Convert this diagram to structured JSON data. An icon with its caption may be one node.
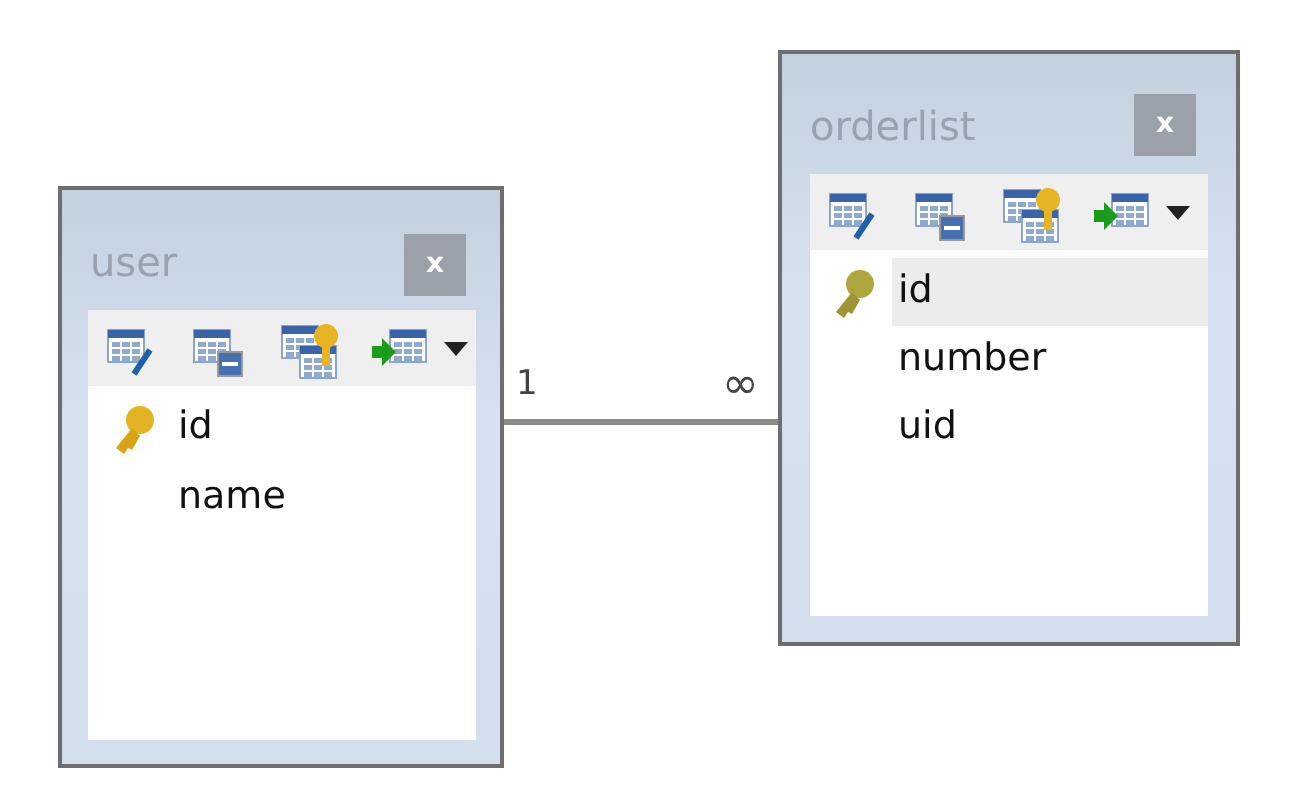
{
  "diagram": {
    "nodes": [
      {
        "text": [
          "user"
        ]
      },
      {
        "text": [
          "id"
        ],
        "in": 0
      },
      {
        "text": [
          "name"
        ],
        "in": 0
      },
      {
        "text": [
          "orderlist"
        ]
      },
      {
        "text": [
          "id"
        ],
        "in": 3
      },
      {
        "text": [
          "number"
        ],
        "in": 3
      },
      {
        "text": [
          "uid"
        ],
        "in": 3
      }
    ],
    "edges": [
      {
        "from": 0,
        "to": 3,
        "arrow": "none"
      }
    ],
    "labels": [
      "x",
      "x",
      "1",
      "∞"
    ]
  }
}
